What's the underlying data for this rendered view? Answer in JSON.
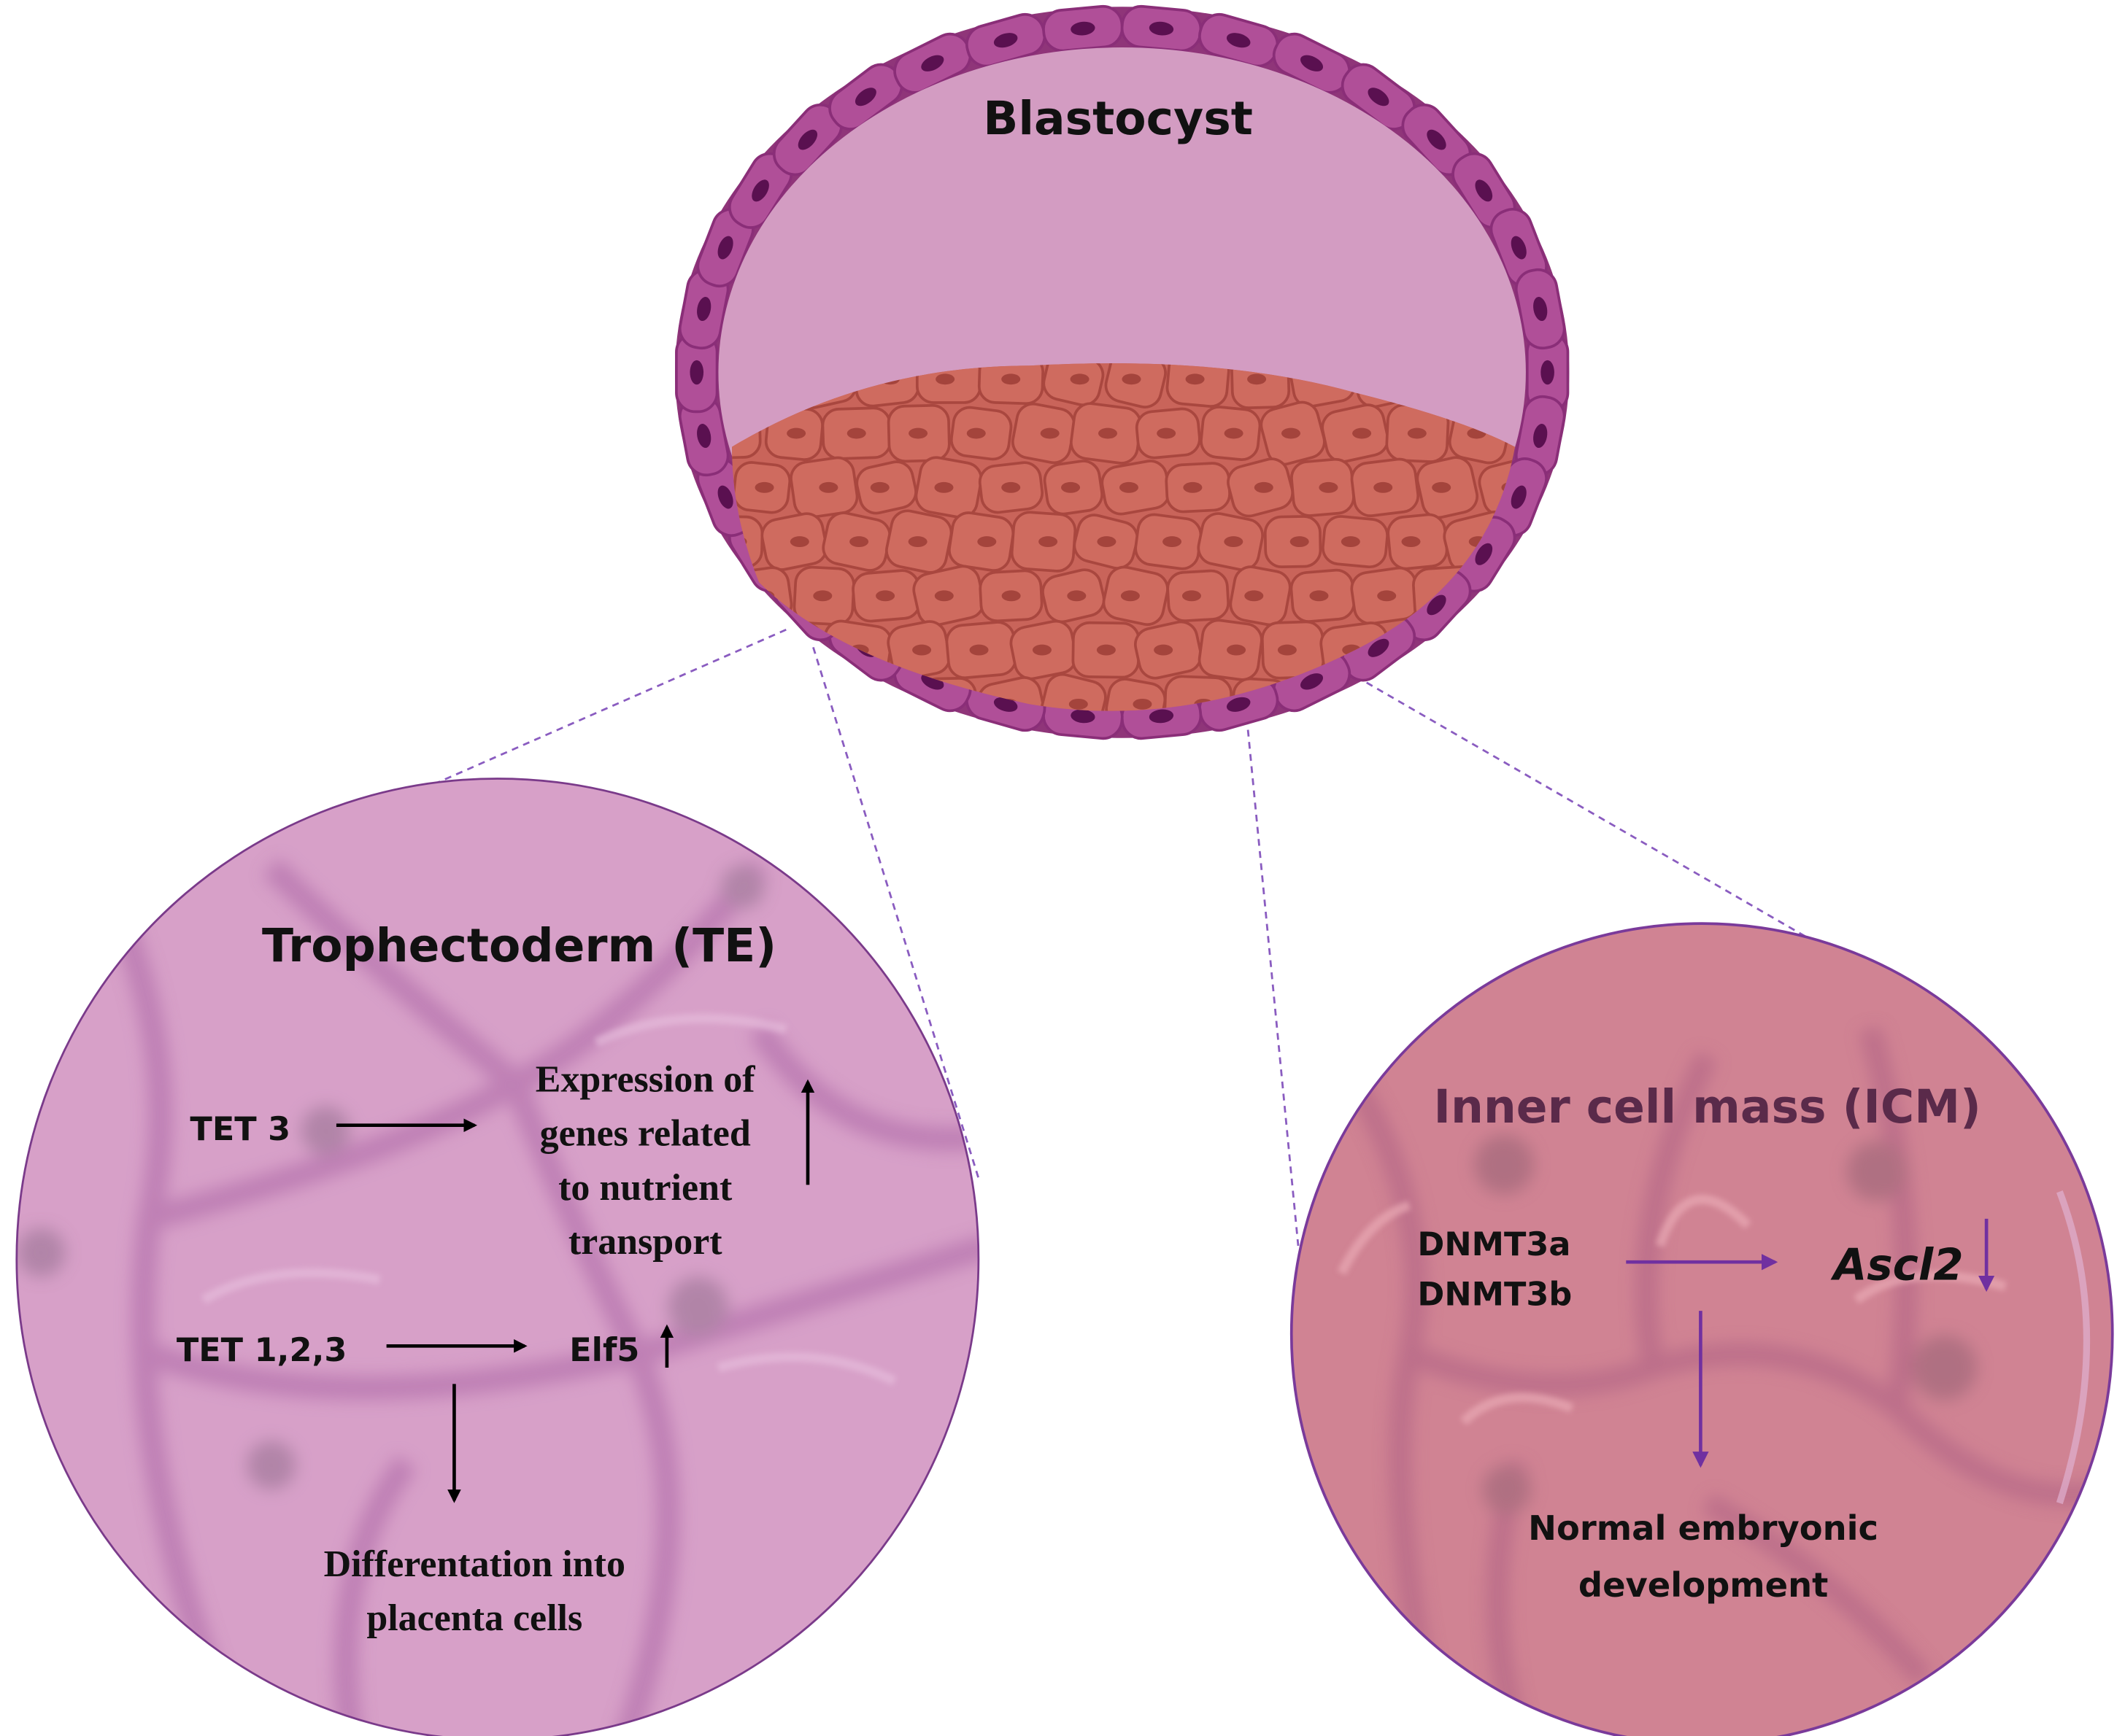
{
  "blastocyst": {
    "title": "Blastocyst"
  },
  "trophectoderm": {
    "title": "Trophectoderm (TE)",
    "tet3": "TET 3",
    "expression": [
      "Expression of",
      "genes related",
      "to nutrient",
      "transport"
    ],
    "tet123": "TET 1,2,3",
    "elf5": "Elf5",
    "differentiation": [
      "Differentation into",
      "placenta cells"
    ]
  },
  "icm": {
    "title": "Inner cell mass (ICM)",
    "dnmt3a": "DNMT3a",
    "dnmt3b": "DNMT3b",
    "ascl2": "Ascl2",
    "outcome": [
      "Normal embryonic",
      "development"
    ]
  },
  "colors": {
    "membrane": "#a8468f",
    "cavity": "#d39cc2",
    "icm_cells": "#c9645a",
    "te_circle": "#d7a0c8",
    "icm_circle": "#d08393",
    "purple_arrow": "#7030a0",
    "dashed_line": "#8a5cc0"
  }
}
